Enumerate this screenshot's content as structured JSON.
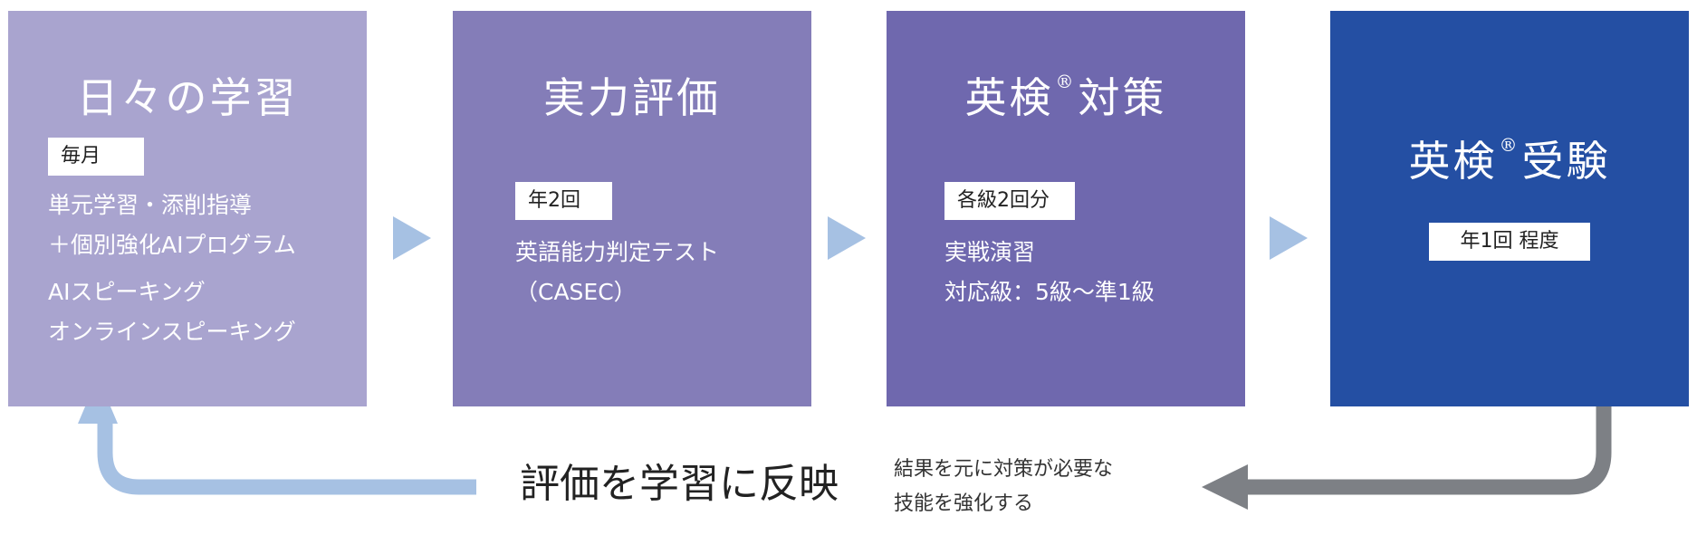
{
  "steps": [
    {
      "title": "日々の学習",
      "tag": "毎月",
      "lines": [
        "単元学習・添削指導",
        "＋個別強化AIプログラム",
        "AIスピーキング",
        "オンラインスピーキング"
      ],
      "color": "#a9a4cf"
    },
    {
      "title": "実力評価",
      "tag": "年2回",
      "lines": [
        "英語能力判定テスト",
        "（CASEC）"
      ],
      "color": "#847db8"
    },
    {
      "title_main": "英検",
      "title_mark": "®",
      "title_rest": "対策",
      "tag": "各級2回分",
      "lines": [
        "実戦演習",
        "対応級：5級〜準1級"
      ],
      "color": "#6f68ae"
    },
    {
      "title_main": "英検",
      "title_mark": "®",
      "title_rest": "受験",
      "tag": "年1回 程度",
      "color": "#244fa3"
    }
  ],
  "feedback": {
    "label": "評価を学習に反映",
    "note_lines": [
      "結果を元に対策が必要な",
      "技能を強化する"
    ],
    "arrow_color_blue": "#a6c1e3",
    "arrow_color_gray": "#7d8085"
  }
}
